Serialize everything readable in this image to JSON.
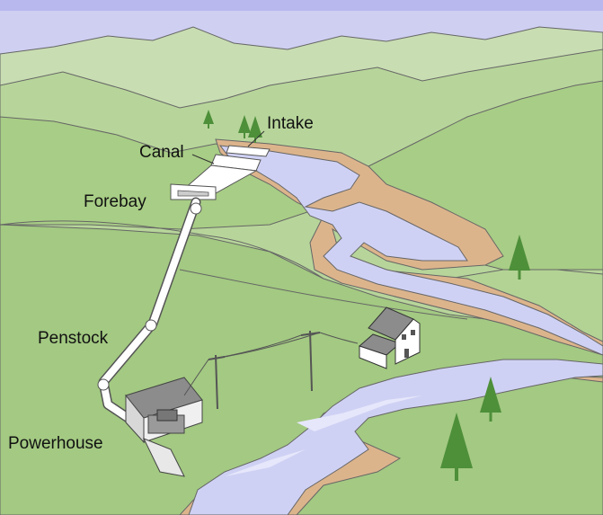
{
  "labels": {
    "intake": "Intake",
    "canal": "Canal",
    "forebay": "Forebay",
    "penstock": "Penstock",
    "powerhouse": "Powerhouse"
  },
  "colors": {
    "sky": "#cfcff2",
    "far_hills": "#c8ddb2",
    "mid_hills": "#b2cf96",
    "near_hills": "#9ec57e",
    "ground": "#a7c985",
    "water": "#cfd1f4",
    "water_light": "#e2e3fa",
    "banks": "#dcb48c",
    "outline": "#555555",
    "tree": "#4e8f3a",
    "pipe": "#ffffff",
    "building_roof": "#8c8c8c",
    "building_wall": "#ffffff"
  },
  "icons": {
    "tree": "conifer-tree-icon",
    "house": "house-icon",
    "powerhouse": "powerhouse-building-icon",
    "pole": "power-pole-icon"
  }
}
